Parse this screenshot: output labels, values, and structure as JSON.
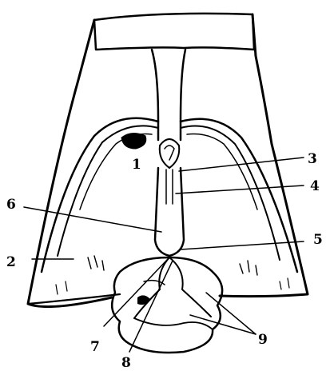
{
  "diagram": {
    "labels": [
      {
        "id": "1",
        "text": "1"
      },
      {
        "id": "2",
        "text": "2"
      },
      {
        "id": "3",
        "text": "3"
      },
      {
        "id": "4",
        "text": "4"
      },
      {
        "id": "5",
        "text": "5"
      },
      {
        "id": "6",
        "text": "6"
      },
      {
        "id": "7",
        "text": "7"
      },
      {
        "id": "8",
        "text": "8"
      },
      {
        "id": "9",
        "text": "9"
      }
    ],
    "colors": {
      "ink": "#000000",
      "background": "#ffffff"
    }
  }
}
